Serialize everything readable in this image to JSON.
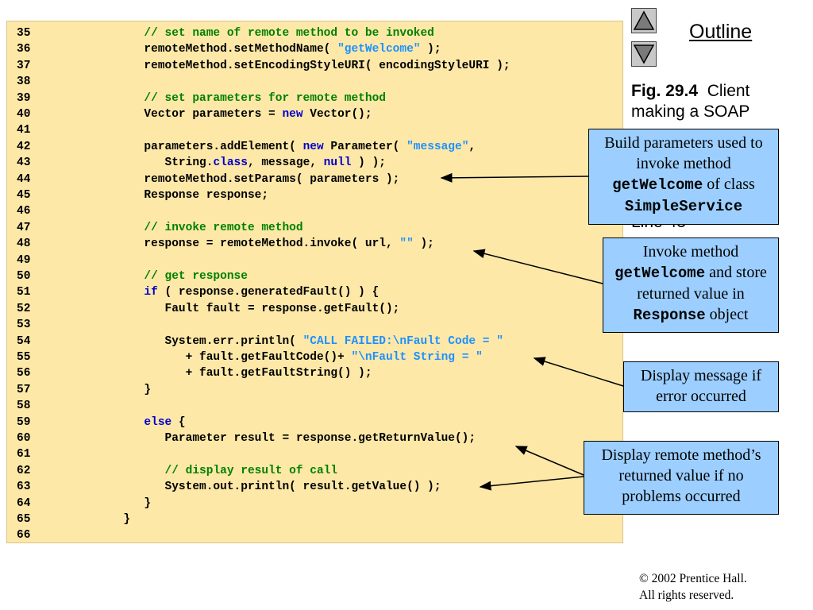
{
  "code": {
    "lines": [
      {
        "n": "35",
        "parts": [
          {
            "t": "            "
          },
          {
            "t": "// set name of remote method to be invoked",
            "c": "c"
          }
        ]
      },
      {
        "n": "36",
        "parts": [
          {
            "t": "            remoteMethod.setMethodName( "
          },
          {
            "t": "\"getWelcome\"",
            "c": "s"
          },
          {
            "t": " );"
          }
        ]
      },
      {
        "n": "37",
        "parts": [
          {
            "t": "            remoteMethod.setEncodingStyleURI( encodingStyleURI );"
          }
        ]
      },
      {
        "n": "38",
        "parts": [
          {
            "t": ""
          }
        ]
      },
      {
        "n": "39",
        "parts": [
          {
            "t": "            "
          },
          {
            "t": "// set parameters for remote method",
            "c": "c"
          }
        ]
      },
      {
        "n": "40",
        "parts": [
          {
            "t": "            Vector parameters = "
          },
          {
            "t": "new",
            "c": "k"
          },
          {
            "t": " Vector();"
          }
        ]
      },
      {
        "n": "41",
        "parts": [
          {
            "t": ""
          }
        ]
      },
      {
        "n": "42",
        "parts": [
          {
            "t": "            parameters.addElement( "
          },
          {
            "t": "new",
            "c": "k"
          },
          {
            "t": " Parameter( "
          },
          {
            "t": "\"message\"",
            "c": "s"
          },
          {
            "t": ","
          }
        ]
      },
      {
        "n": "43",
        "parts": [
          {
            "t": "               String."
          },
          {
            "t": "class",
            "c": "k"
          },
          {
            "t": ", message, "
          },
          {
            "t": "null",
            "c": "k"
          },
          {
            "t": " ) );"
          }
        ]
      },
      {
        "n": "44",
        "parts": [
          {
            "t": "            remoteMethod.setParams( parameters );"
          }
        ]
      },
      {
        "n": "45",
        "parts": [
          {
            "t": "            Response response;"
          }
        ]
      },
      {
        "n": "46",
        "parts": [
          {
            "t": ""
          }
        ]
      },
      {
        "n": "47",
        "parts": [
          {
            "t": "            "
          },
          {
            "t": "// invoke remote method",
            "c": "c"
          }
        ]
      },
      {
        "n": "48",
        "parts": [
          {
            "t": "            response = remoteMethod.invoke( url, "
          },
          {
            "t": "\"\"",
            "c": "s"
          },
          {
            "t": " );"
          }
        ]
      },
      {
        "n": "49",
        "parts": [
          {
            "t": ""
          }
        ]
      },
      {
        "n": "50",
        "parts": [
          {
            "t": "            "
          },
          {
            "t": "// get response",
            "c": "c"
          }
        ]
      },
      {
        "n": "51",
        "parts": [
          {
            "t": "            "
          },
          {
            "t": "if",
            "c": "k"
          },
          {
            "t": " ( response.generatedFault() ) {"
          }
        ]
      },
      {
        "n": "52",
        "parts": [
          {
            "t": "               Fault fault = response.getFault();"
          }
        ]
      },
      {
        "n": "53",
        "parts": [
          {
            "t": ""
          }
        ]
      },
      {
        "n": "54",
        "parts": [
          {
            "t": "               System.err.println( "
          },
          {
            "t": "\"CALL FAILED:\\nFault Code = \"",
            "c": "s"
          }
        ]
      },
      {
        "n": "55",
        "parts": [
          {
            "t": "                  + fault.getFaultCode()+ "
          },
          {
            "t": "\"\\nFault String = \"",
            "c": "s"
          }
        ]
      },
      {
        "n": "56",
        "parts": [
          {
            "t": "                  + fault.getFaultString() );"
          }
        ]
      },
      {
        "n": "57",
        "parts": [
          {
            "t": "            }"
          }
        ]
      },
      {
        "n": "58",
        "parts": [
          {
            "t": ""
          }
        ]
      },
      {
        "n": "59",
        "parts": [
          {
            "t": "            "
          },
          {
            "t": "else",
            "c": "k"
          },
          {
            "t": " {"
          }
        ]
      },
      {
        "n": "60",
        "parts": [
          {
            "t": "               Parameter result = response.getReturnValue();"
          }
        ]
      },
      {
        "n": "61",
        "parts": [
          {
            "t": ""
          }
        ]
      },
      {
        "n": "62",
        "parts": [
          {
            "t": "               "
          },
          {
            "t": "// display result of call",
            "c": "c"
          }
        ]
      },
      {
        "n": "63",
        "parts": [
          {
            "t": "               System.out.println( result.getValue() );"
          }
        ]
      },
      {
        "n": "64",
        "parts": [
          {
            "t": "            }"
          }
        ]
      },
      {
        "n": "65",
        "parts": [
          {
            "t": "         }"
          }
        ]
      },
      {
        "n": "66",
        "parts": [
          {
            "t": ""
          }
        ]
      }
    ]
  },
  "nav": {
    "outline_label": "Outline",
    "up_icon": "triangle-up-icon",
    "down_icon": "triangle-down-icon"
  },
  "caption": {
    "fig_label": "Fig. 29.4",
    "fig_text_1": "Client",
    "fig_text_2": "making a SOAP",
    "hidden_line": "Line 43"
  },
  "callouts": {
    "build_params": {
      "t1": "Build parameters used to invoke method",
      "mono1": "getWelcome",
      "t2": "of class",
      "mono2": "SimpleService"
    },
    "invoke": {
      "t1": "Invoke method",
      "mono1": "getWelcome",
      "t2": "and store returned value in",
      "mono2": "Response",
      "t3": "object"
    },
    "error": {
      "t1": "Display message if error occurred"
    },
    "result": {
      "t1": "Display remote method’s returned value if no problems occurred"
    }
  },
  "footer": {
    "copyright_line1": "© 2002 Prentice Hall.",
    "copyright_line2": "All rights reserved."
  },
  "colors": {
    "code_bg": "#fde8a8",
    "callout_bg": "#9ccfff",
    "comment": "#008000",
    "keyword": "#0000cc",
    "string": "#1e90ff"
  }
}
